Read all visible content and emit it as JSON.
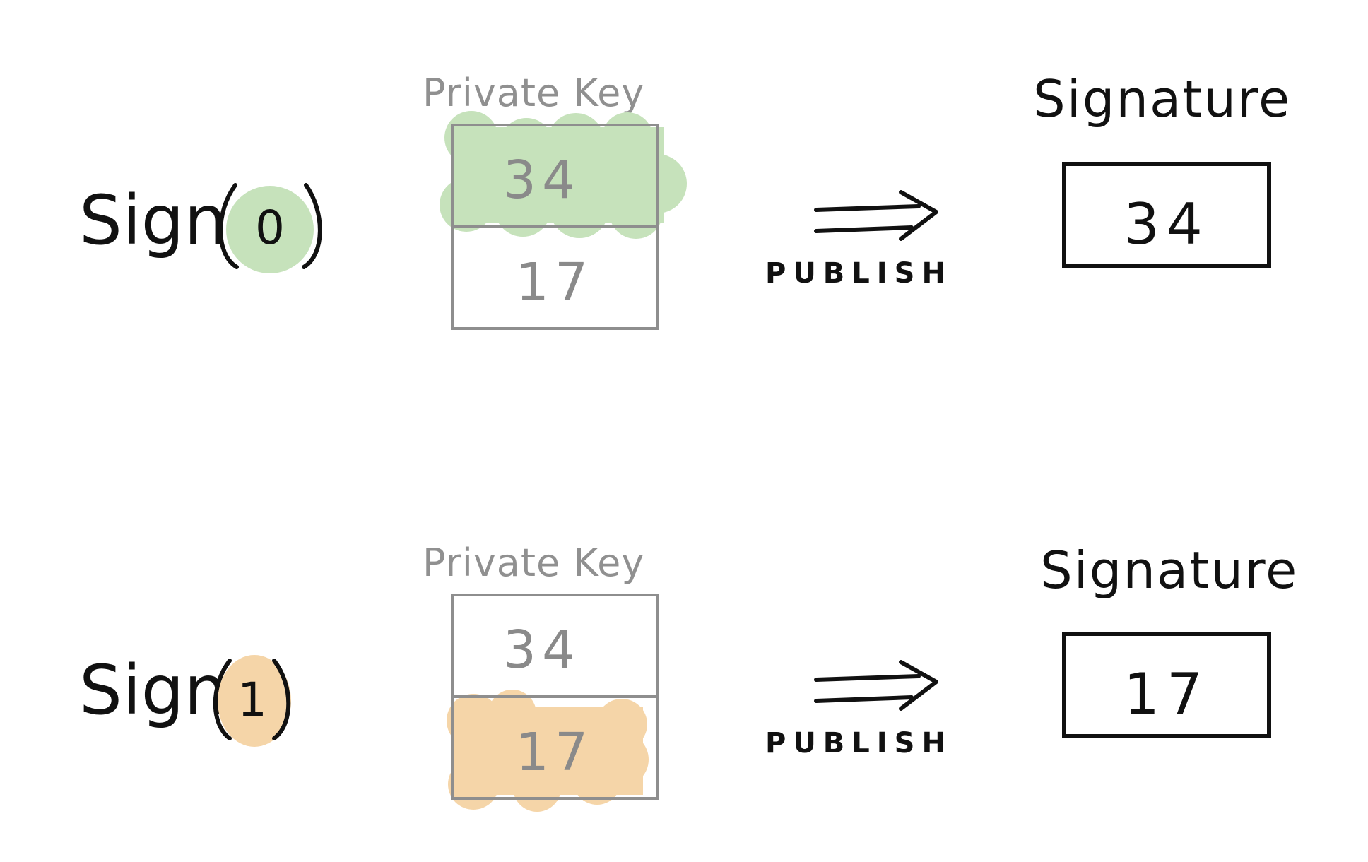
{
  "colors": {
    "ink": "#111111",
    "key_gray": "#8e8e8e",
    "highlight_green": "#c6e2bb",
    "highlight_orange": "#f5d5a8"
  },
  "rows": [
    {
      "sign_label": "Sign",
      "bit": "0",
      "bit_highlight": "green",
      "key_title": "Private Key",
      "key_cells": [
        "34",
        "17"
      ],
      "highlighted_cell": 0,
      "arrow_label": "PUBLISH",
      "signature_title": "Signature",
      "signature_value": "34"
    },
    {
      "sign_label": "Sign",
      "bit": "1",
      "bit_highlight": "orange",
      "key_title": "Private Key",
      "key_cells": [
        "34",
        "17"
      ],
      "highlighted_cell": 1,
      "arrow_label": "PUBLISH",
      "signature_title": "Signature",
      "signature_value": "17"
    }
  ]
}
